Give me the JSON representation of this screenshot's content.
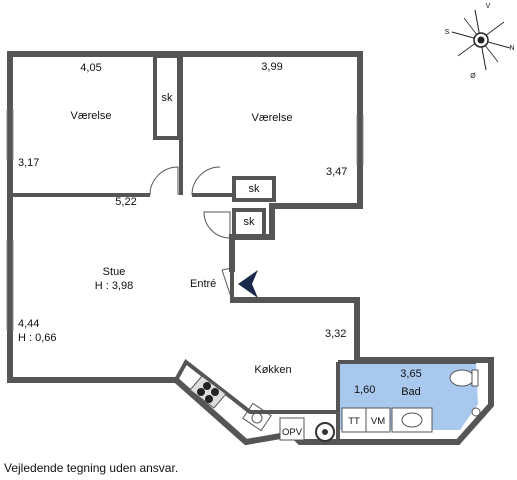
{
  "plan": {
    "rooms": [
      {
        "name": "Værelse"
      },
      {
        "name": "Værelse"
      },
      {
        "name": "Stue",
        "height": "H : 3,98"
      },
      {
        "name": "Entré"
      },
      {
        "name": "Køkken"
      },
      {
        "name": "Bad"
      }
    ],
    "dimensions": [
      "4,05",
      "3,99",
      "3,17",
      "3,47",
      "5,22",
      "4,44",
      "H : 0,66",
      "3,32",
      "3,65",
      "1,60"
    ],
    "fixtures": {
      "closet": "sk",
      "dryer": "TT",
      "washer": "VM",
      "dishwasher": "OPV"
    },
    "compass": {
      "north": "V",
      "south": "Ø",
      "west": "S",
      "east": "N"
    },
    "bath_color": "#a9c8ee",
    "entry_arrow_color": "#1a2a4a"
  },
  "disclaimer": "Vejledende tegning uden ansvar."
}
